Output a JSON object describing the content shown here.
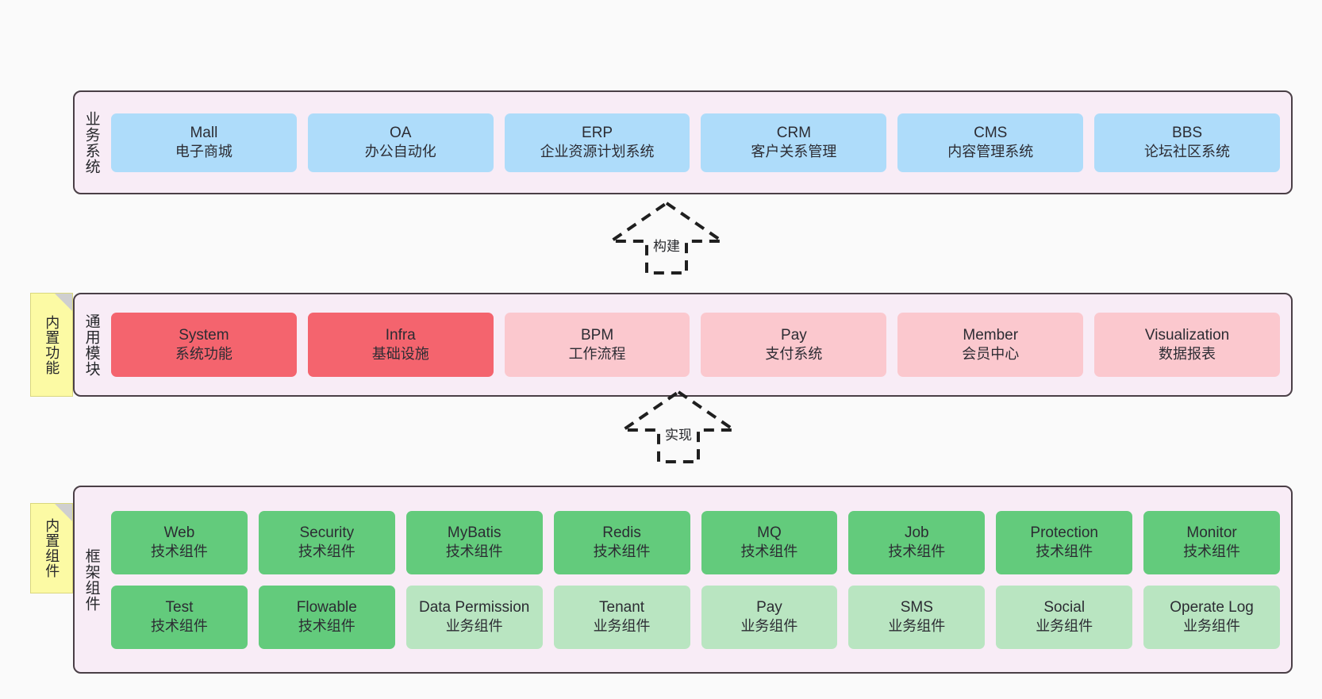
{
  "layers": [
    {
      "id": "business",
      "title": "业务系统",
      "rows": [
        {
          "cards": [
            {
              "en": "Mall",
              "cn": "电子商城",
              "color": "#aedcfa"
            },
            {
              "en": "OA",
              "cn": "办公自动化",
              "color": "#aedcfa"
            },
            {
              "en": "ERP",
              "cn": "企业资源计划系统",
              "color": "#aedcfa"
            },
            {
              "en": "CRM",
              "cn": "客户关系管理",
              "color": "#aedcfa"
            },
            {
              "en": "CMS",
              "cn": "内容管理系统",
              "color": "#aedcfa"
            },
            {
              "en": "BBS",
              "cn": "论坛社区系统",
              "color": "#aedcfa"
            }
          ]
        }
      ]
    },
    {
      "id": "common",
      "title": "通用模块",
      "rows": [
        {
          "cards": [
            {
              "en": "System",
              "cn": "系统功能",
              "color": "#f4646e"
            },
            {
              "en": "Infra",
              "cn": "基础设施",
              "color": "#f4646e"
            },
            {
              "en": "BPM",
              "cn": "工作流程",
              "color": "#fbc8ce"
            },
            {
              "en": "Pay",
              "cn": "支付系统",
              "color": "#fbc8ce"
            },
            {
              "en": "Member",
              "cn": "会员中心",
              "color": "#fbc8ce"
            },
            {
              "en": "Visualization",
              "cn": "数据报表",
              "color": "#fbc8ce"
            }
          ]
        }
      ]
    },
    {
      "id": "framework",
      "title": "框架组件",
      "rows": [
        {
          "cards": [
            {
              "en": "Web",
              "cn": "技术组件",
              "color": "#63cb7c"
            },
            {
              "en": "Security",
              "cn": "技术组件",
              "color": "#63cb7c"
            },
            {
              "en": "MyBatis",
              "cn": "技术组件",
              "color": "#63cb7c"
            },
            {
              "en": "Redis",
              "cn": "技术组件",
              "color": "#63cb7c"
            },
            {
              "en": "MQ",
              "cn": "技术组件",
              "color": "#63cb7c"
            },
            {
              "en": "Job",
              "cn": "技术组件",
              "color": "#63cb7c"
            },
            {
              "en": "Protection",
              "cn": "技术组件",
              "color": "#63cb7c"
            },
            {
              "en": "Monitor",
              "cn": "技术组件",
              "color": "#63cb7c"
            }
          ]
        },
        {
          "cards": [
            {
              "en": "Test",
              "cn": "技术组件",
              "color": "#63cb7c"
            },
            {
              "en": "Flowable",
              "cn": "技术组件",
              "color": "#63cb7c"
            },
            {
              "en": "Data Permission",
              "cn": "业务组件",
              "color": "#b9e5c1"
            },
            {
              "en": "Tenant",
              "cn": "业务组件",
              "color": "#b9e5c1"
            },
            {
              "en": "Pay",
              "cn": "业务组件",
              "color": "#b9e5c1"
            },
            {
              "en": "SMS",
              "cn": "业务组件",
              "color": "#b9e5c1"
            },
            {
              "en": "Social",
              "cn": "业务组件",
              "color": "#b9e5c1"
            },
            {
              "en": "Operate Log",
              "cn": "业务组件",
              "color": "#b9e5c1"
            }
          ]
        }
      ]
    }
  ],
  "notes": [
    {
      "id": "features",
      "label": "内置功能"
    },
    {
      "id": "components",
      "label": "内置组件"
    }
  ],
  "arrows": [
    {
      "id": "build",
      "label": "构建"
    },
    {
      "id": "realize",
      "label": "实现"
    }
  ],
  "colors": {
    "panel_background": "#f8ecf6",
    "panel_border": "#4a3f46",
    "page_background": "#fafafa",
    "business_card": "#aedcfa",
    "common_core_card": "#f4646e",
    "common_card": "#fbc8ce",
    "tech_component_card": "#63cb7c",
    "business_component_card": "#b9e5c1",
    "note_background": "#fcfaa4",
    "arrow_stroke": "#1f1f1f"
  }
}
